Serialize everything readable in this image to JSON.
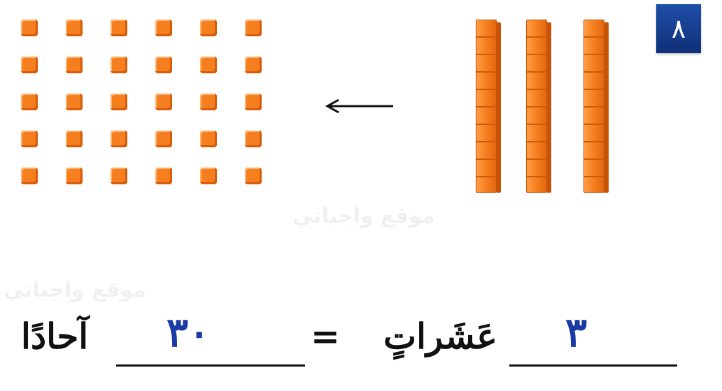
{
  "exercise": {
    "number": "٨",
    "tens_count": 3,
    "cube_rows": 5,
    "cube_cols": 6,
    "tens_answer": "٣",
    "tens_label": "عَشَراتٍ",
    "equals": "=",
    "ones_answer": "٣٠",
    "ones_label": "آحادًا"
  },
  "watermark": "موقع واجباتي",
  "colors": {
    "cube": "#f57f1f",
    "badge": "#1f4fa8",
    "answer": "#1a3aa6"
  }
}
